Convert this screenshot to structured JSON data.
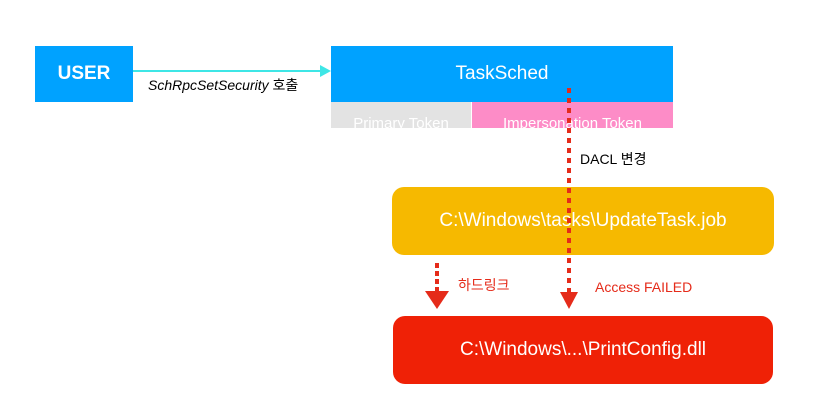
{
  "nodes": {
    "user": "USER",
    "tasksched": "TaskSched",
    "primary_token": "Primary Token",
    "impersonation_token": "Impersonation Token",
    "job_file": "C:\\Windows\\tasks\\UpdateTask.job",
    "dll_file": "C:\\Windows\\...\\PrintConfig.dll"
  },
  "edges": {
    "call_fn": "SchRpcSetSecurity",
    "call_suffix": " 호출",
    "dacl_change": "DACL 변경",
    "hardlink": "하드링크",
    "access_failed": "Access FAILED"
  },
  "colors": {
    "blue": "#00a2ff",
    "orange": "#f6b900",
    "red": "#ef2106",
    "pink": "#fd8cc7",
    "gray": "#e3e3e3",
    "cyan_arrow": "#3ee6e6"
  }
}
